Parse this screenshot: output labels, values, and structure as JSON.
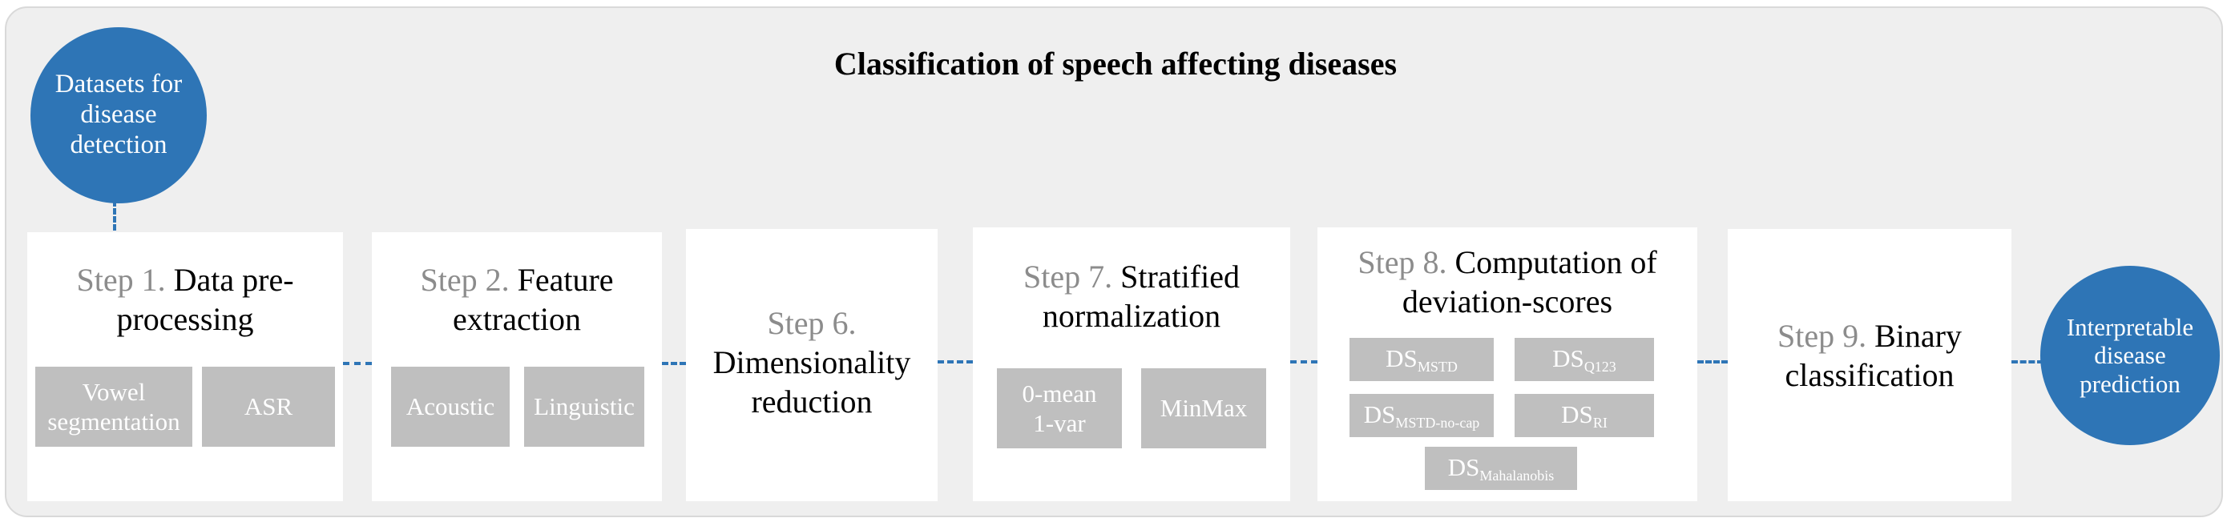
{
  "title": "Classification of speech affecting diseases",
  "start_node": {
    "label": "Datasets for disease detection",
    "lines": [
      "Datasets for",
      "disease",
      "detection"
    ]
  },
  "end_node": {
    "label": "Interpretable disease prediction",
    "lines": [
      "Interpretable",
      "disease",
      "prediction"
    ]
  },
  "steps": [
    {
      "number": "Step 1.",
      "title_line1": "Data pre-",
      "title_line2": "processing",
      "chips": [
        {
          "line1": "Vowel",
          "line2": "segmentation"
        },
        {
          "line1": "ASR"
        }
      ]
    },
    {
      "number": "Step 2.",
      "title_line1": "Feature",
      "title_line2": "extraction",
      "chips": [
        {
          "line1": "Acoustic"
        },
        {
          "line1": "Linguistic"
        }
      ]
    },
    {
      "number": "Step 6.",
      "title_line1": "Dimensionality",
      "title_line2": "reduction",
      "chips": []
    },
    {
      "number": "Step 7.",
      "title_line1": "Stratified",
      "title_line2": "normalization",
      "chips": [
        {
          "line1": "0-mean",
          "line2": "1-var"
        },
        {
          "line1": "MinMax"
        }
      ]
    },
    {
      "number": "Step 8.",
      "title_line1": "Computation of",
      "title_line2": "deviation-scores",
      "chips": [
        {
          "base": "DS",
          "sub": "MSTD"
        },
        {
          "base": "DS",
          "sub": "Q123"
        },
        {
          "base": "DS",
          "sub": "MSTD-no-cap"
        },
        {
          "base": "DS",
          "sub": "RI"
        },
        {
          "base": "DS",
          "sub": "Mahalanobis"
        }
      ]
    },
    {
      "number": "Step 9.",
      "title_line1": "Binary",
      "title_line2": "classification",
      "chips": []
    }
  ],
  "colors": {
    "accent": "#2e75b6",
    "panel": "#efefef",
    "chip": "#bfbfbf",
    "step_number": "#8c8c8c"
  }
}
